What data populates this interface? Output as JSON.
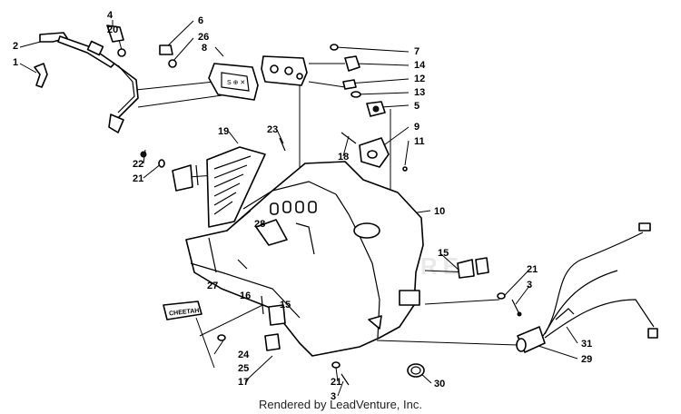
{
  "watermark": "LEADVENTURE",
  "footer": "Rendered by LeadVenture, Inc.",
  "decal_text": "CHEETAH",
  "callouts": [
    "1",
    "2",
    "3",
    "4",
    "5",
    "6",
    "7",
    "8",
    "9",
    "10",
    "11",
    "12",
    "13",
    "14",
    "15",
    "16",
    "17",
    "18",
    "19",
    "20",
    "21",
    "22",
    "23",
    "24",
    "25",
    "26",
    "27",
    "28",
    "29",
    "30",
    "31"
  ]
}
